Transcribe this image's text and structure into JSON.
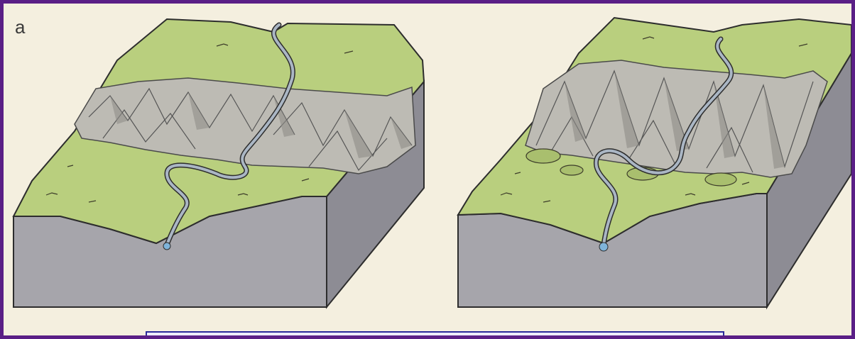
{
  "figure": {
    "panel_label": "a",
    "colors": {
      "frame_border": "#5a1f86",
      "background": "#f4efdf",
      "land_surface": "#b9cf7e",
      "block_side_front": "#a6a5ab",
      "block_side_right": "#8d8c94",
      "mountains": "#bdbbb4",
      "river": "#aab6c4",
      "caption_box_fill": "#ecebfb",
      "caption_box_border": "#2a2a9a"
    },
    "blocks": [
      {
        "id": "left-block",
        "icon": "terrain-block-icon"
      },
      {
        "id": "right-block",
        "icon": "terrain-block-icon"
      }
    ]
  }
}
